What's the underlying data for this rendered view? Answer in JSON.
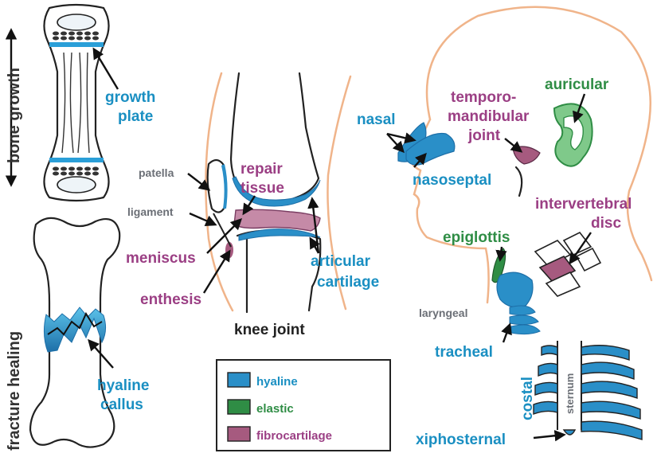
{
  "colors": {
    "hyaline": "#2a8fc8",
    "elastic": "#2f8d45",
    "fibrocartilage": "#a65a7f",
    "skin": "#f0b48a",
    "outline": "#222222"
  },
  "panels": {
    "bone_growth": {
      "side_label": "bone growth",
      "growth_plate_line1": "growth",
      "growth_plate_line2": "plate"
    },
    "fracture_healing": {
      "side_label": "fracture healing",
      "callus_line1": "hyaline",
      "callus_line2": "callus"
    },
    "knee": {
      "title": "knee joint",
      "patella": "patella",
      "ligament": "ligament",
      "repair_line1": "repair",
      "repair_line2": "tissue",
      "meniscus": "meniscus",
      "enthesis": "enthesis",
      "articular_line1": "articular",
      "articular_line2": "cartilage"
    },
    "head": {
      "nasal": "nasal",
      "nasoseptal": "nasoseptal",
      "tmj_line1": "temporo-",
      "tmj_line2": "mandibular",
      "tmj_line3": "joint",
      "auricular": "auricular",
      "intervertebral_line1": "intervertebral",
      "intervertebral_line2": "disc",
      "epiglottis": "epiglottis",
      "laryngeal": "laryngeal",
      "tracheal": "tracheal",
      "costal": "costal",
      "sternum": "sternum",
      "xiphosternal": "xiphosternal"
    }
  },
  "legend": {
    "items": [
      {
        "label": "hyaline",
        "color": "#2a8fc8",
        "text_color": "#1a8fc2"
      },
      {
        "label": "elastic",
        "color": "#2f8d45",
        "text_color": "#2f8d45"
      },
      {
        "label": "fibrocartilage",
        "color": "#a65a7f",
        "text_color": "#9b3f84"
      }
    ]
  }
}
